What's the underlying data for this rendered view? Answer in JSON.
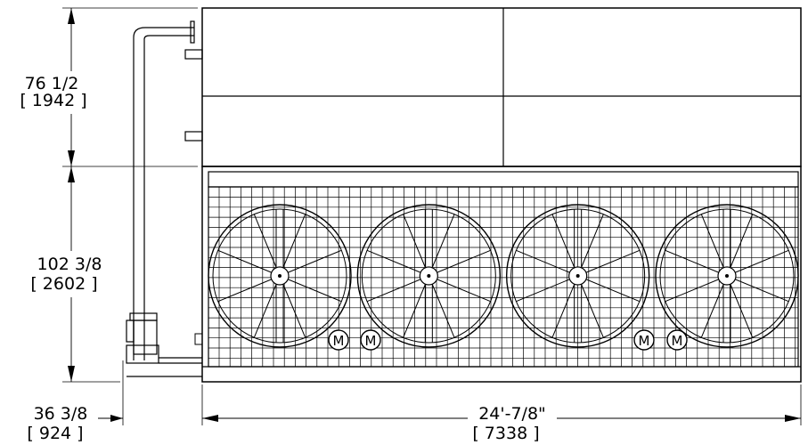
{
  "dimensions": {
    "upper_height": {
      "imperial": "76 1/2",
      "metric": "[ 1942 ]"
    },
    "lower_height": {
      "imperial": "102 3/8",
      "metric": "[ 2602 ]"
    },
    "pipe_offset": {
      "imperial": "36 3/8",
      "metric": "[ 924 ]"
    },
    "total_length": {
      "imperial": "24'-7/8\"",
      "metric": "[ 7338 ]"
    }
  },
  "fans": {
    "count": 4,
    "motor_label": "M"
  },
  "colors": {
    "line": "#000000",
    "background": "#ffffff"
  }
}
